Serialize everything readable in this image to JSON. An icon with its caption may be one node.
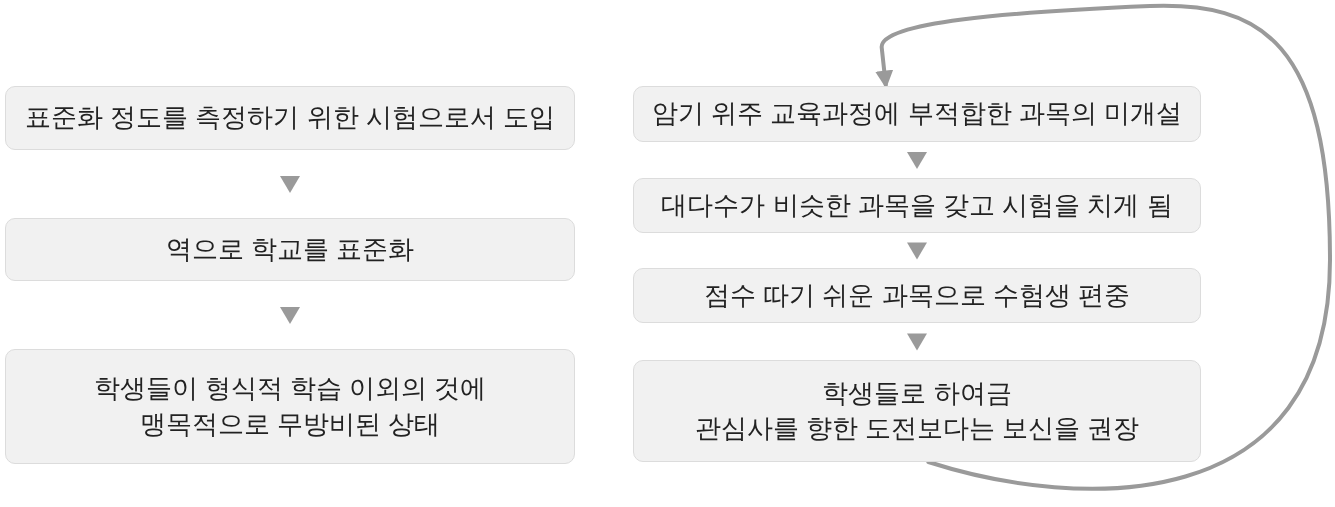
{
  "diagram": {
    "nodes": [
      {
        "text": [
          "표준화 정도를 측정하기 위한 시험으로서 도입"
        ]
      },
      {
        "text": [
          "역으로 학교를 표준화"
        ]
      },
      {
        "text": [
          "학생들이 형식적 학습 이외의 것에 맹목적으로 무방비된 상태"
        ]
      },
      {
        "text": [
          "암기 위주 교육과정에 부적합한 과목의 미개설"
        ]
      },
      {
        "text": [
          "대다수가 비슷한 과목을 갖고 시험을 치게 됨"
        ]
      },
      {
        "text": [
          "점수 따기 쉬운 과목으로 수험생 편중"
        ]
      },
      {
        "text": [
          "학생들로 하여금 관심사를 향한 도전보다는 보신을 권장"
        ]
      }
    ],
    "edges": [
      {
        "from": 0,
        "to": 1,
        "arrow": "to"
      },
      {
        "from": 1,
        "to": 2,
        "arrow": "to"
      },
      {
        "from": 3,
        "to": 4,
        "arrow": "to"
      },
      {
        "from": 4,
        "to": 5,
        "arrow": "to"
      },
      {
        "from": 5,
        "to": 6,
        "arrow": "to"
      },
      {
        "from": 6,
        "to": 3,
        "arrow": "to"
      }
    ]
  }
}
